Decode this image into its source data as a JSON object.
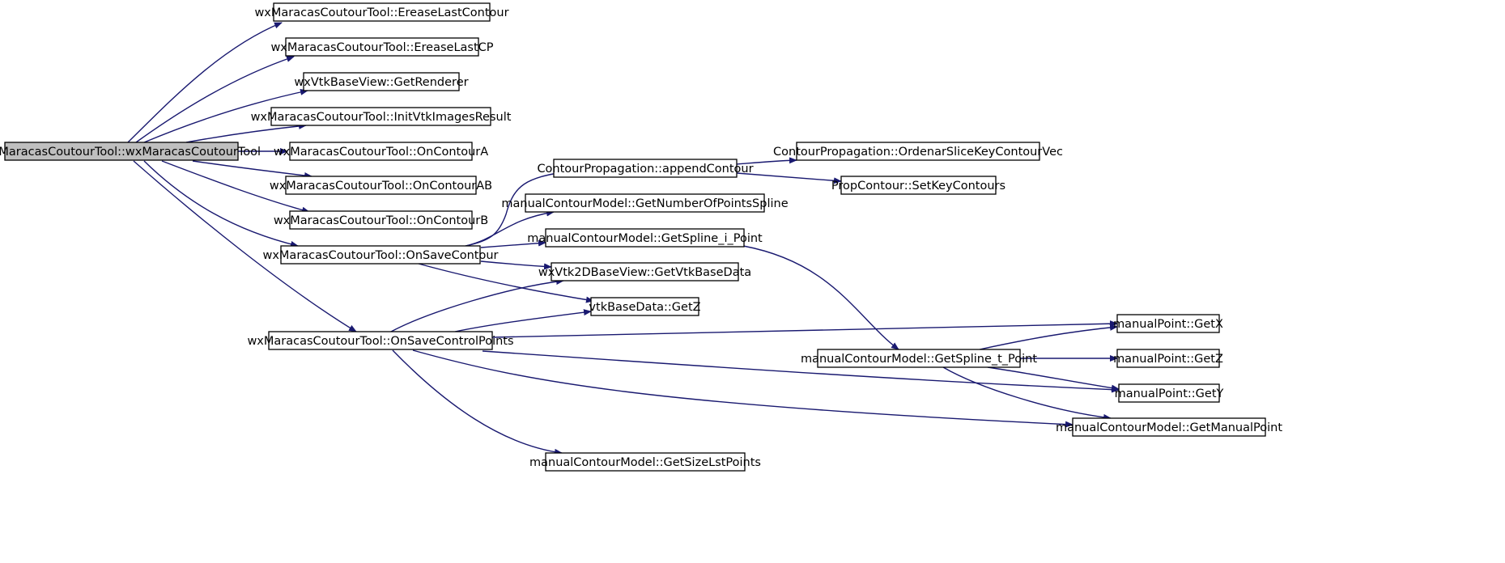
{
  "colors": {
    "edge": "#191970",
    "root_fill": "#bfbfbf",
    "node_fill": "#ffffff",
    "node_border": "#000000"
  },
  "nodes": [
    {
      "id": "root",
      "label": "wxMaracasCoutourTool::wxMaracasCoutourTool",
      "root": true
    },
    {
      "id": "ereaseLastContour",
      "label": "wxMaracasCoutourTool::EreaseLastContour"
    },
    {
      "id": "ereaseLastCP",
      "label": "wxMaracasCoutourTool::EreaseLastCP"
    },
    {
      "id": "getRenderer",
      "label": "wxVtkBaseView::GetRenderer"
    },
    {
      "id": "initVtkImagesResult",
      "label": "wxMaracasCoutourTool::InitVtkImagesResult"
    },
    {
      "id": "onContourA",
      "label": "wxMaracasCoutourTool::OnContourA"
    },
    {
      "id": "onContourAB",
      "label": "wxMaracasCoutourTool::OnContourAB"
    },
    {
      "id": "onContourB",
      "label": "wxMaracasCoutourTool::OnContourB"
    },
    {
      "id": "onSaveContour",
      "label": "wxMaracasCoutourTool::OnSaveContour"
    },
    {
      "id": "onSaveControlPoints",
      "label": "wxMaracasCoutourTool::OnSaveControlPoints"
    },
    {
      "id": "appendContour",
      "label": "ContourPropagation::appendContour"
    },
    {
      "id": "getNumberOfPointsSpline",
      "label": "manualContourModel::GetNumberOfPointsSpline"
    },
    {
      "id": "getSplineIPoint",
      "label": "manualContourModel::GetSpline_i_Point"
    },
    {
      "id": "getVtkBaseData",
      "label": "wxVtk2DBaseView::GetVtkBaseData"
    },
    {
      "id": "vtkGetZ",
      "label": "vtkBaseData::GetZ"
    },
    {
      "id": "getSizeLstPoints",
      "label": "manualContourModel::GetSizeLstPoints"
    },
    {
      "id": "ordenarSlice",
      "label": "ContourPropagation::OrdenarSliceKeyContourVec"
    },
    {
      "id": "setKeyContours",
      "label": "PropContour::SetKeyContours"
    },
    {
      "id": "getSplineTPoint",
      "label": "manualContourModel::GetSpline_t_Point"
    },
    {
      "id": "pointGetX",
      "label": "manualPoint::GetX"
    },
    {
      "id": "pointGetZ",
      "label": "manualPoint::GetZ"
    },
    {
      "id": "pointGetY",
      "label": "manualPoint::GetY"
    },
    {
      "id": "getManualPoint",
      "label": "manualContourModel::GetManualPoint"
    }
  ],
  "edges": [
    {
      "from": "root",
      "to": "ereaseLastContour"
    },
    {
      "from": "root",
      "to": "ereaseLastCP"
    },
    {
      "from": "root",
      "to": "getRenderer"
    },
    {
      "from": "root",
      "to": "initVtkImagesResult"
    },
    {
      "from": "root",
      "to": "onContourA"
    },
    {
      "from": "root",
      "to": "onContourAB"
    },
    {
      "from": "root",
      "to": "onContourB"
    },
    {
      "from": "root",
      "to": "onSaveContour"
    },
    {
      "from": "root",
      "to": "onSaveControlPoints"
    },
    {
      "from": "onSaveContour",
      "to": "appendContour"
    },
    {
      "from": "onSaveContour",
      "to": "getNumberOfPointsSpline"
    },
    {
      "from": "onSaveContour",
      "to": "getSplineIPoint"
    },
    {
      "from": "onSaveContour",
      "to": "getVtkBaseData"
    },
    {
      "from": "onSaveContour",
      "to": "vtkGetZ"
    },
    {
      "from": "appendContour",
      "to": "ordenarSlice"
    },
    {
      "from": "appendContour",
      "to": "setKeyContours"
    },
    {
      "from": "getSplineIPoint",
      "to": "getSplineTPoint"
    },
    {
      "from": "onSaveControlPoints",
      "to": "getVtkBaseData"
    },
    {
      "from": "onSaveControlPoints",
      "to": "vtkGetZ"
    },
    {
      "from": "onSaveControlPoints",
      "to": "pointGetX"
    },
    {
      "from": "onSaveControlPoints",
      "to": "pointGetY"
    },
    {
      "from": "onSaveControlPoints",
      "to": "getManualPoint"
    },
    {
      "from": "onSaveControlPoints",
      "to": "getSizeLstPoints"
    },
    {
      "from": "getSplineTPoint",
      "to": "pointGetX"
    },
    {
      "from": "getSplineTPoint",
      "to": "pointGetZ"
    },
    {
      "from": "getSplineTPoint",
      "to": "pointGetY"
    },
    {
      "from": "getSplineTPoint",
      "to": "getManualPoint"
    }
  ]
}
